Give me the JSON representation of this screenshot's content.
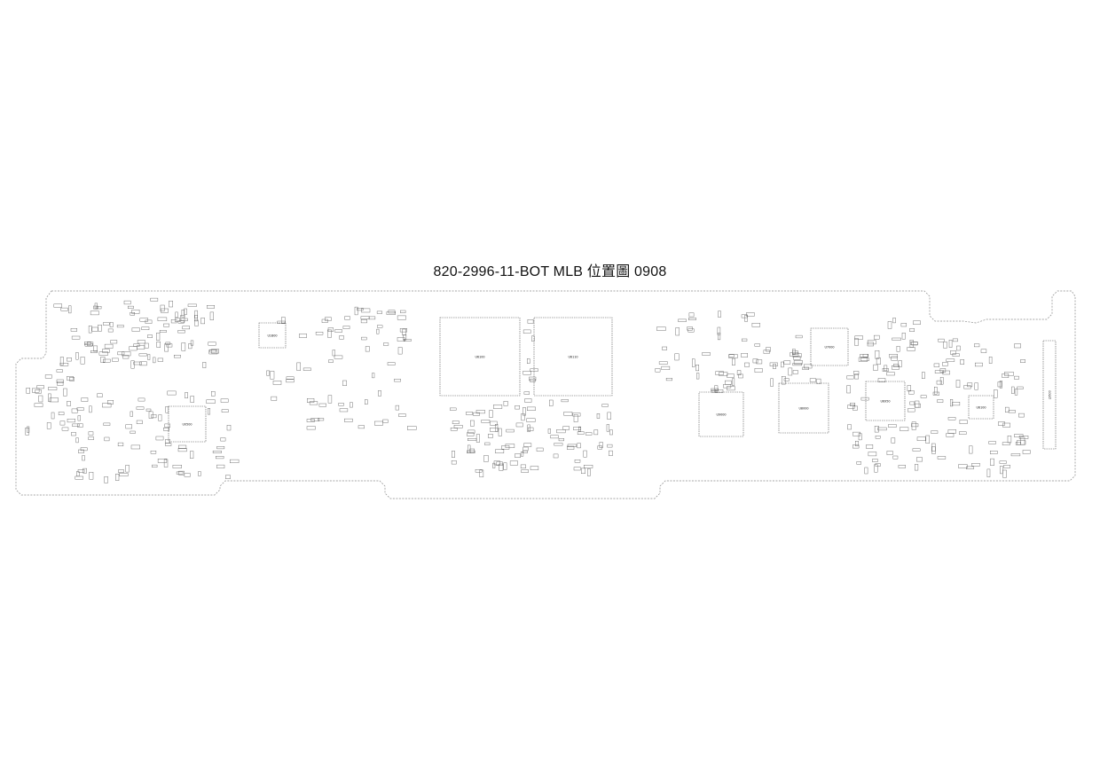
{
  "title": "820-2996-11-BOT  MLB 位置圖  0908",
  "colors": {
    "background": "#ffffff",
    "outline": "#8a8a8a",
    "component": "#555555",
    "text": "#111111"
  },
  "chips": [
    {
      "id": "U6100",
      "label": "U6100"
    },
    {
      "id": "U6110",
      "label": "U6110"
    },
    {
      "id": "U1800",
      "label": "U1800"
    },
    {
      "id": "U0500",
      "label": "U0500"
    },
    {
      "id": "U9000",
      "label": "U9000"
    },
    {
      "id": "U8000",
      "label": "U8000"
    },
    {
      "id": "U7000",
      "label": "U7000"
    },
    {
      "id": "U6950",
      "label": "U6950"
    },
    {
      "id": "U6100b",
      "label": "U6100"
    },
    {
      "id": "J2600",
      "label": "J2600"
    }
  ]
}
